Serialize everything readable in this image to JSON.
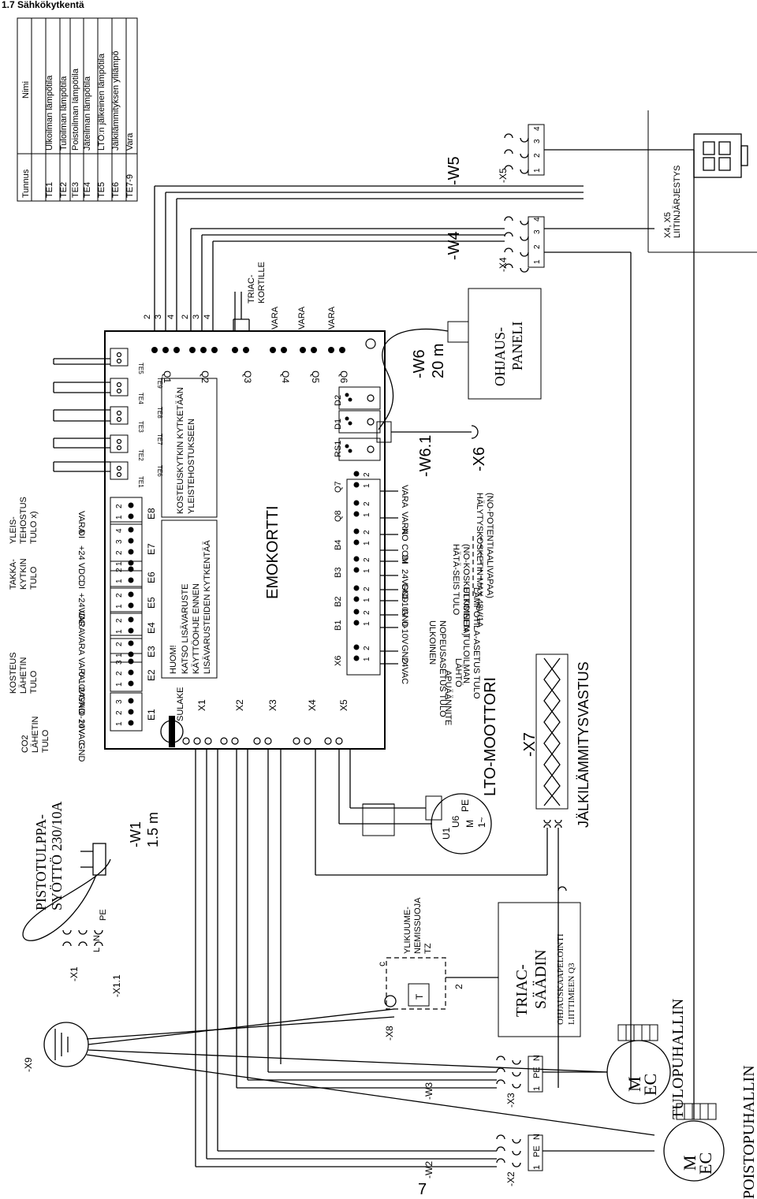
{
  "page": {
    "section_title": "1.7 Sähkökytkentä",
    "page_number": "7"
  },
  "sensor_table": {
    "headers": [
      "Tunnus",
      "Nimi"
    ],
    "rows": [
      [
        "TE1",
        "Ulkoilman lämpötila"
      ],
      [
        "TE2",
        "Tuloilman lämpötila"
      ],
      [
        "TE3",
        "Poistoilman lämpötila"
      ],
      [
        "TE4",
        "Jäteilman lämpötila"
      ],
      [
        "TE5",
        "LTO:n jälkeinen lämpötila"
      ],
      [
        "TE6",
        "Jälkilämmityksen ylilämpö"
      ],
      [
        "TE7-9",
        "Vara"
      ]
    ]
  },
  "supply": {
    "plug_title": [
      "PISTOTULPPA-",
      "SYÖTTÖ 230/10A"
    ],
    "cable_w1": [
      "-W1",
      "1.5 m"
    ],
    "x1": "-X1",
    "x11": "-X1.1",
    "x9": "-X9",
    "pins": [
      "L",
      "N",
      "PE"
    ]
  },
  "board": {
    "title": "EMOKORTTI",
    "fuse": "SULAKE",
    "connectors_left": [
      "E1",
      "E2",
      "E3",
      "E4",
      "E5",
      "E6",
      "E7",
      "E8"
    ],
    "x_ports": [
      "X1",
      "X2",
      "X3",
      "X4",
      "X5"
    ],
    "note_huom": [
      "HUOM!",
      "KATSO LISÄVARUSTE",
      "KÄYTTÖOHJE ENNEN",
      "LISÄVARUSTEIDEN KYTKENTÄÄ"
    ],
    "note_kosteus": [
      "KOSTEUSKYTKIN KYTKETÄÄN",
      "YLEISTEHOSTUKSEEN"
    ],
    "te_top": [
      "TE5",
      "TE4",
      "TE3",
      "TE2",
      "TE1"
    ],
    "te_bottom": [
      "TE9",
      "TE8",
      "TE7",
      "TE6"
    ],
    "q_ports": [
      "Q1",
      "Q2",
      "Q3",
      "Q4",
      "Q5",
      "Q6"
    ],
    "bottom_connectors": [
      "X6",
      "B1",
      "B2",
      "B3",
      "B4",
      "Q8",
      "Q7",
      "RS1",
      "D1",
      "D2"
    ],
    "pin_nums_2": [
      "1",
      "2"
    ],
    "pin_nums_3": [
      "3",
      "2",
      "1"
    ],
    "pin_nums_4": [
      "4",
      "3",
      "2",
      "1"
    ],
    "pin_nums_21": [
      "2",
      "1"
    ]
  },
  "left_inputs": {
    "co2": [
      "CO2",
      "LÄHETIN",
      "TULO"
    ],
    "kosteus": [
      "KOSTEUS",
      "LÄHETIN",
      "TULO"
    ],
    "takka": [
      "TAKKA-",
      "KYTKIN",
      "TULO"
    ],
    "yleis": [
      "YLEIS-",
      "TEHOSTUS",
      "TULO  x)"
    ],
    "sig": [
      "GND",
      "24VAC",
      "0-10V",
      "GND",
      "24VAC",
      "0-10V",
      "VARA",
      "VARA",
      "VARA",
      "+24VDC",
      "DI",
      "+24 VDC",
      "DI",
      "VARA"
    ]
  },
  "q_terminals": {
    "q1": [
      "2",
      "3",
      "4"
    ],
    "q2": [
      "2",
      "3",
      "4"
    ],
    "triac": [
      "TRIAC-",
      "KORTILLE"
    ],
    "vara": [
      "VARA",
      "VARA",
      "VARA"
    ]
  },
  "signals_bottom": {
    "labels": [
      "24VAC",
      "GND",
      "0-10V",
      "GND",
      "0-10V",
      "GND",
      "24VDC",
      "DI",
      "COM",
      "NO",
      "VARA",
      "VARA"
    ],
    "apuannite": [
      "APUÄÄNNITE",
      "LÄHTÖ"
    ],
    "ulkoinen_nopeus": [
      "ULKOINEN",
      "NOPEUSASETUS TULO"
    ],
    "ulkoinen_tulo": [
      "ULKOINEN TULOILMAN",
      "LÄMPÖTILA-ASETUS TULO"
    ],
    "hata": [
      "HÄTÄ-SEIS TULO",
      "(NO-KOSKETTIMELTA)"
    ],
    "halytys": [
      "HÄLYTYSKOSKETIN MAX 48V/1A",
      "(NO-POTENTIAALIVAPAA)"
    ]
  },
  "components": {
    "lto_motor": "LTO-MOOTTORI",
    "motor_terms": [
      "U1",
      "U6",
      "PE",
      "M",
      "1~"
    ],
    "x7": "-X7",
    "heater": "JÄLKILÄMMITYSVASTUS",
    "overheat": [
      "YLIKUUME-",
      "NEMISSUOJA",
      "TZ"
    ],
    "x8": "-X8",
    "triac_box": [
      "TRIAC-",
      "SÄÄDIN"
    ],
    "triac_note": [
      "OHJAUSKAAPELOINTI",
      "LIITTIMEEN Q3"
    ],
    "tz_terms": [
      "c",
      "T",
      "2"
    ],
    "w6": [
      "-W6",
      "20 m"
    ],
    "w61": "-W6.1",
    "x6": "-X6",
    "panel": [
      "OHJAUS-",
      "PANELI"
    ],
    "w4": "-W4",
    "w5": "-W5",
    "x4": "-X4",
    "x5": "-X5",
    "x45_note": [
      "X4, X5",
      "LIITINJÄRJESTYS"
    ],
    "x45_pins": [
      "1",
      "2",
      "3",
      "4"
    ],
    "w3": "-W3",
    "w2": "-W2",
    "x3": "-X3",
    "x2": "-X2",
    "fan_pins": [
      "1",
      "PE",
      "N"
    ],
    "tulo_fan": "TULOPUHALLIN",
    "poisto_fan": "POISTOPUHALLIN",
    "fan_ec": [
      "M",
      "EC"
    ]
  }
}
